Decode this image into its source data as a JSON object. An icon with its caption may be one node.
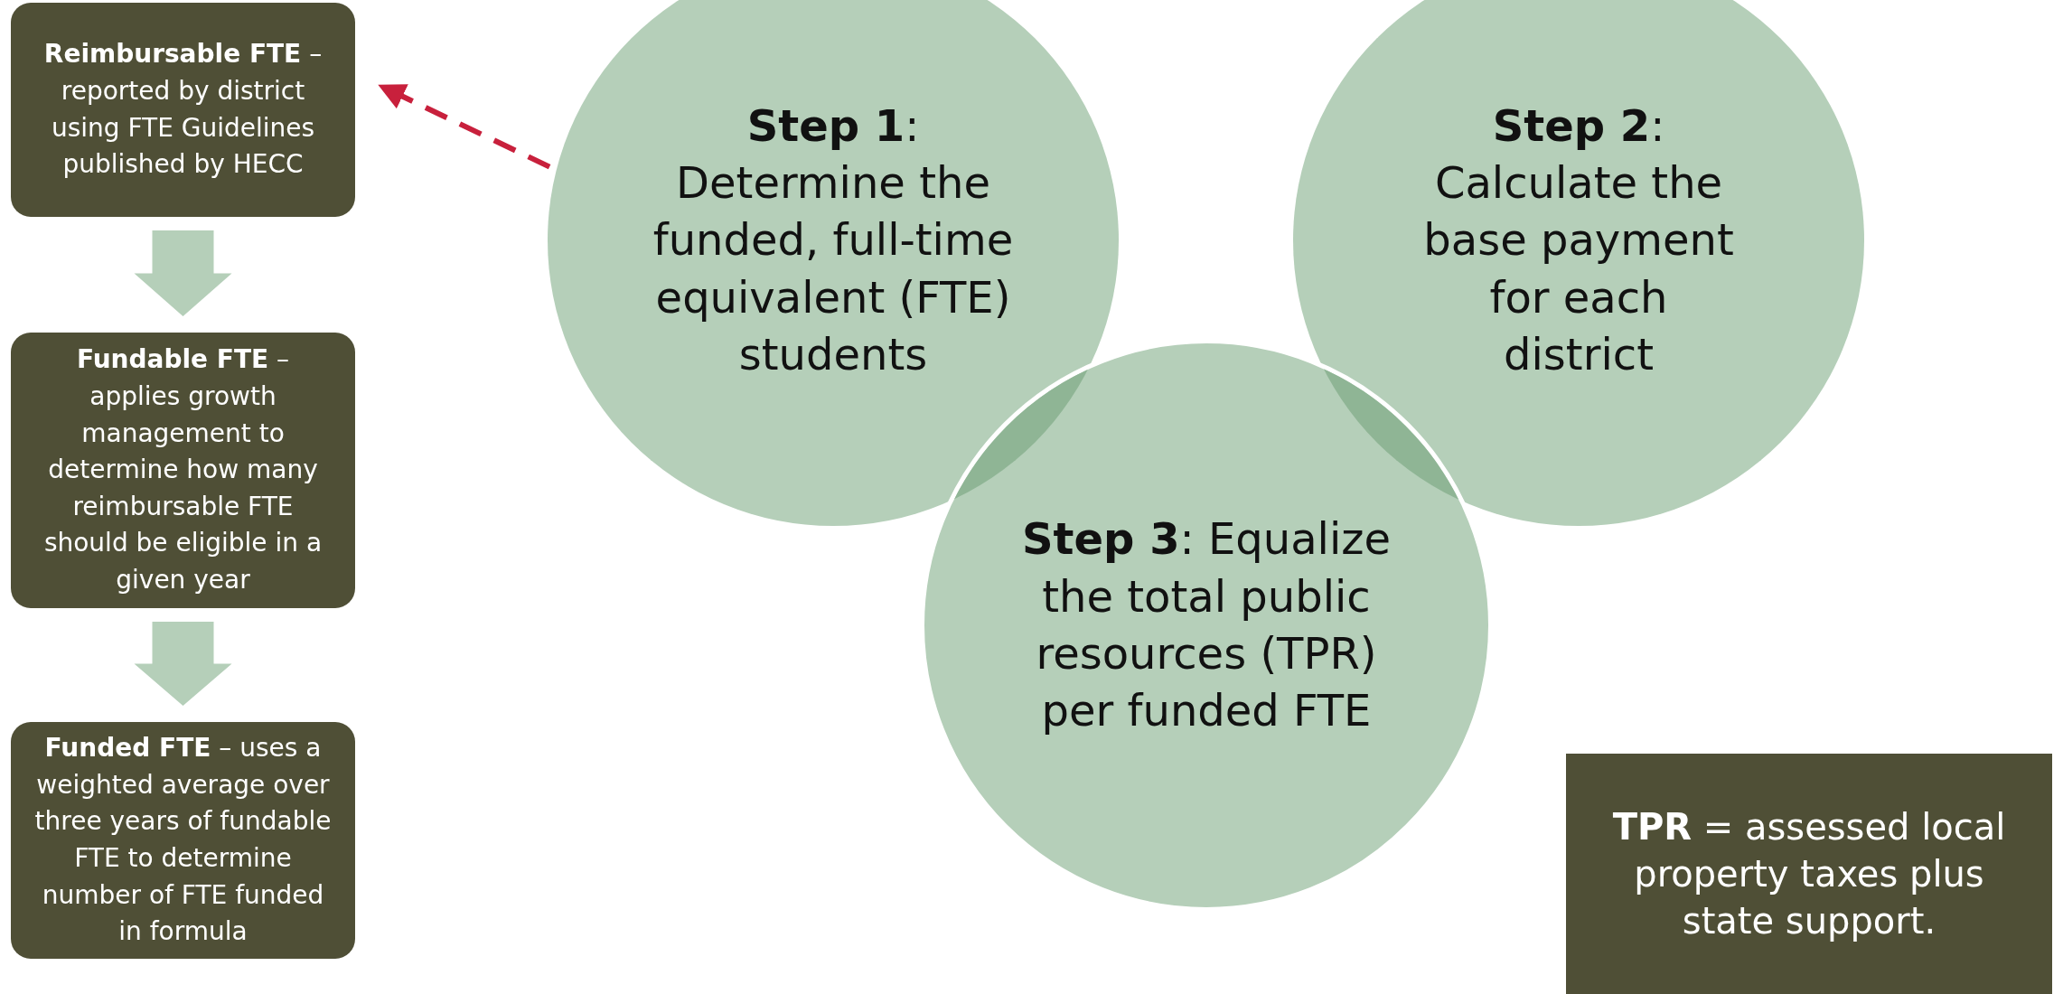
{
  "diagram": {
    "nodes": [
      {
        "text": [
          "**Reimbursable FTE** – reported by district using FTE Guidelines published by HECC"
        ]
      },
      {
        "text": [
          "**Fundable FTE** – applies growth management to determine how many reimbursable FTE should be eligible in a given year"
        ]
      },
      {
        "text": [
          "**Funded FTE** – uses a weighted average over three years of fundable FTE to determine number of FTE funded in formula"
        ]
      },
      {
        "text": [
          "**Step 1**: Determine the funded, full-time equivalent (FTE) students"
        ]
      },
      {
        "text": [
          "**Step 2**: Calculate the base payment for each district"
        ]
      },
      {
        "text": [
          "**Step 3**: Equalize the total public resources (TPR) per funded FTE"
        ]
      },
      {
        "text": [
          "**TPR** = assessed local property taxes plus state support."
        ]
      }
    ],
    "edges": [
      {
        "from": 3,
        "to": 0,
        "arrow": "to",
        "style": "dashed",
        "color": "#c8203c"
      },
      {
        "from": 0,
        "to": 1,
        "arrow": "to",
        "style": "thick"
      },
      {
        "from": 1,
        "to": 2,
        "arrow": "to",
        "style": "thick"
      }
    ]
  }
}
